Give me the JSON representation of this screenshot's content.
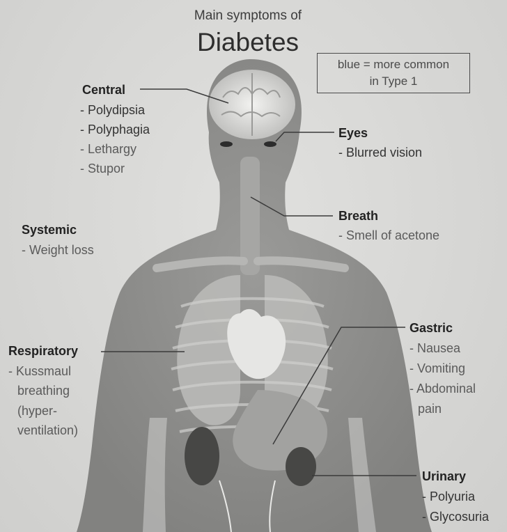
{
  "header": {
    "subtitle": "Main symptoms of",
    "title": "Diabetes"
  },
  "legend": {
    "line1": "blue = more common",
    "line2": "in Type 1"
  },
  "groups": {
    "central": {
      "title": "Central",
      "items": [
        "- Polydipsia",
        "- Polyphagia",
        "- Lethargy",
        "- Stupor"
      ]
    },
    "eyes": {
      "title": "Eyes",
      "items": [
        "- Blurred vision"
      ]
    },
    "breath": {
      "title": "Breath",
      "items": [
        "- Smell of acetone"
      ]
    },
    "systemic": {
      "title": "Systemic",
      "items": [
        "- Weight loss"
      ]
    },
    "respiratory": {
      "title": "Respiratory",
      "items": [
        "- Kussmaul",
        "breathing",
        "(hyper-",
        "ventilation)"
      ]
    },
    "gastric": {
      "title": "Gastric",
      "items": [
        "- Nausea",
        "- Vomiting",
        "- Abdominal",
        "pain"
      ]
    },
    "urinary": {
      "title": "Urinary",
      "items": [
        "- Polyuria",
        "- Glycosuria"
      ]
    }
  },
  "colors": {
    "body_fill": "#8e8e8c",
    "organ_fill": "#b8b8b6",
    "leader_line": "#3a3a3a",
    "type1_text": "#5a5a5a"
  }
}
